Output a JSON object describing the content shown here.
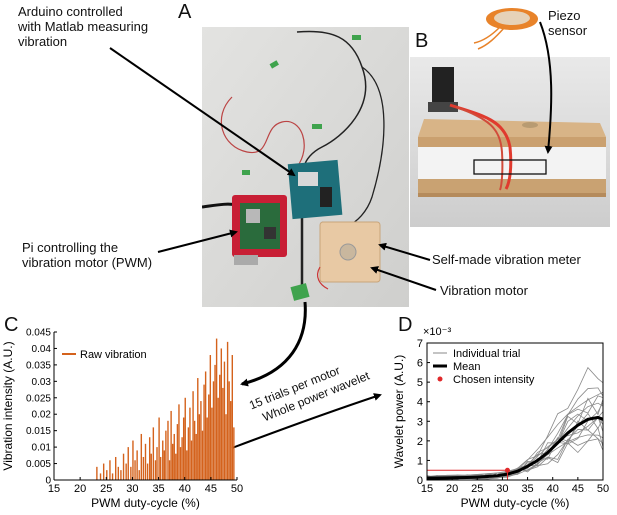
{
  "panels": {
    "a": "A",
    "b": "B",
    "c": "C",
    "d": "D"
  },
  "labels": {
    "arduino_line1": "Arduino controlled",
    "arduino_line2": "with Matlab measuring",
    "arduino_line3": "vibration",
    "pi_line1": "Pi controlling the",
    "pi_line2": "vibration motor (PWM)",
    "vibration_meter": "Self-made vibration meter",
    "vibration_motor": "Vibration motor",
    "piezo_sensor": "Piezo sensor",
    "trials_line1": "15 trials per motor",
    "trials_line2": "Whole power wavelet"
  },
  "colors": {
    "raw": "#d4621c",
    "mean": "#000000",
    "chosen": "#e0282a",
    "trial": "#8a8a8a",
    "board": "#e8c9a4"
  },
  "chart_data": [
    {
      "type": "bar",
      "panel": "C",
      "xlabel": "PWM duty-cycle (%)",
      "ylabel": "Vibration intensity (A.U.)",
      "xlim": [
        15,
        50
      ],
      "ylim": [
        0,
        0.045
      ],
      "xticks": [
        "15",
        "20",
        "25",
        "30",
        "35",
        "40",
        "45",
        "50"
      ],
      "yticks": [
        "0",
        "0.005",
        "0.01",
        "0.015",
        "0.02",
        "0.025",
        "0.03",
        "0.035",
        "0.04",
        "0.045"
      ],
      "legend": [
        "Raw vibration"
      ],
      "legend_position": "top-left",
      "series": [
        {
          "name": "Raw vibration",
          "x": [
            23.2,
            23.9,
            24.5,
            25.1,
            25.7,
            26.2,
            26.8,
            27.3,
            27.8,
            28.3,
            28.8,
            29.2,
            29.7,
            30.1,
            30.5,
            30.9,
            31.3,
            31.7,
            32.1,
            32.5,
            32.9,
            33.3,
            33.6,
            34.0,
            34.4,
            34.7,
            35.1,
            35.4,
            35.8,
            36.1,
            36.4,
            36.8,
            37.1,
            37.4,
            37.7,
            38.0,
            38.3,
            38.6,
            38.9,
            39.2,
            39.5,
            39.8,
            40.1,
            40.4,
            40.7,
            41.0,
            41.3,
            41.6,
            41.9,
            42.2,
            42.5,
            42.8,
            43.1,
            43.4,
            43.7,
            44.0,
            44.3,
            44.6,
            44.9,
            45.2,
            45.5,
            45.8,
            46.1,
            46.4,
            46.7,
            47.0,
            47.3,
            47.6,
            47.9,
            48.2,
            48.5,
            48.8,
            49.1,
            49.4
          ],
          "values": [
            0.004,
            0.002,
            0.005,
            0.003,
            0.006,
            0.002,
            0.007,
            0.004,
            0.003,
            0.008,
            0.005,
            0.01,
            0.004,
            0.012,
            0.006,
            0.009,
            0.003,
            0.014,
            0.007,
            0.011,
            0.005,
            0.013,
            0.008,
            0.016,
            0.006,
            0.01,
            0.019,
            0.007,
            0.012,
            0.009,
            0.015,
            0.018,
            0.006,
            0.021,
            0.011,
            0.014,
            0.008,
            0.017,
            0.023,
            0.01,
            0.013,
            0.019,
            0.025,
            0.009,
            0.016,
            0.022,
            0.012,
            0.027,
            0.018,
            0.014,
            0.031,
            0.02,
            0.024,
            0.015,
            0.029,
            0.033,
            0.019,
            0.026,
            0.038,
            0.022,
            0.03,
            0.035,
            0.043,
            0.025,
            0.032,
            0.04,
            0.028,
            0.036,
            0.02,
            0.042,
            0.03,
            0.024,
            0.038,
            0.016
          ]
        }
      ]
    },
    {
      "type": "line",
      "panel": "D",
      "xlabel": "PWM duty-cycle (%)",
      "ylabel": "Wavelet power (A.U.)",
      "y_multiplier": "×10⁻³",
      "xlim": [
        15,
        50
      ],
      "ylim": [
        0,
        7
      ],
      "xticks": [
        "15",
        "20",
        "25",
        "30",
        "35",
        "40",
        "45",
        "50"
      ],
      "yticks": [
        "0",
        "1",
        "2",
        "3",
        "4",
        "5",
        "6",
        "7"
      ],
      "legend": [
        "Individual trial",
        "Mean",
        "Chosen intensity"
      ],
      "legend_position": "top-left",
      "x": [
        15,
        17,
        19,
        21,
        23,
        25,
        27,
        29,
        31,
        33,
        35,
        37,
        39,
        41,
        43,
        45,
        47,
        49,
        50
      ],
      "mean": [
        0.1,
        0.1,
        0.11,
        0.12,
        0.13,
        0.15,
        0.18,
        0.22,
        0.3,
        0.45,
        0.7,
        1.0,
        1.4,
        1.9,
        2.4,
        2.8,
        3.1,
        3.2,
        3.1
      ],
      "trial_scales": [
        0.55,
        0.65,
        0.72,
        0.8,
        0.86,
        0.92,
        0.97,
        1.02,
        1.08,
        1.14,
        1.22,
        1.3,
        1.4,
        1.55,
        1.8
      ],
      "chosen_intensity": {
        "x": 31,
        "y": 0.5
      }
    }
  ]
}
